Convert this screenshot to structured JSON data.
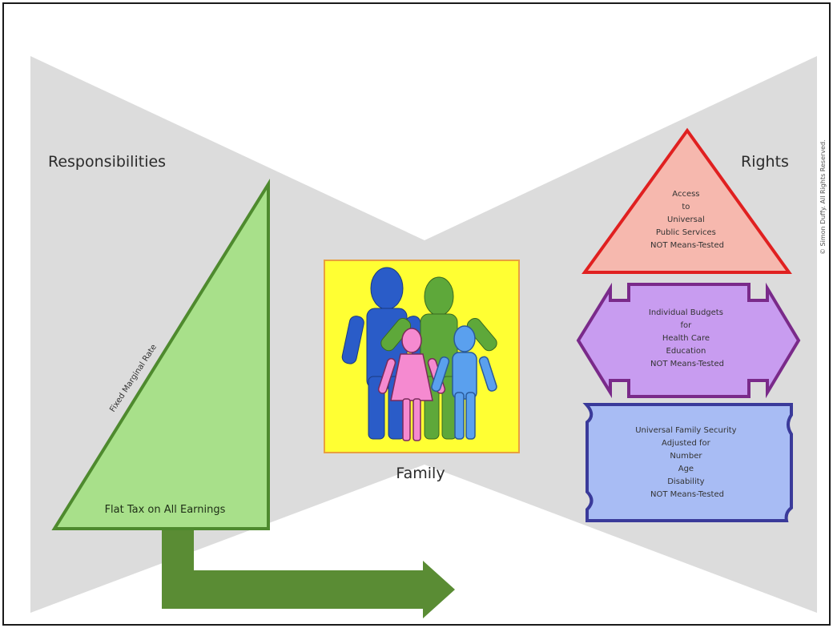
{
  "titles": {
    "left": "Responsibilities",
    "right": "Rights"
  },
  "tax": {
    "diagonal_label": "Fixed Marginal Rate",
    "base_label": "Flat Tax on All Earnings"
  },
  "family": {
    "label": "Family"
  },
  "rights": {
    "triangle_lines": [
      "Access",
      "to",
      "Universal",
      "Public Services",
      "NOT Means-Tested"
    ],
    "arrow_lines": [
      "Individual Budgets",
      "for",
      "Health Care",
      "Education",
      "NOT Means-Tested"
    ],
    "scroll_lines": [
      "Universal Family Security",
      "Adjusted for",
      "Number",
      "Age",
      "Disability",
      "NOT Means-Tested"
    ]
  },
  "copyright": "© Simon Duffy. All Rights Reserved.",
  "colors": {
    "background_shape": "#dcdcdc",
    "tax_fill": "#a8e08a",
    "tax_stroke": "#4e8a2e",
    "arrow_green": "#5a8c34",
    "family_panel": "#ffff33",
    "family_border": "#e8a040",
    "triangle_fill": "#f6b8ae",
    "triangle_stroke": "#e02020",
    "budget_fill": "#c89cf0",
    "budget_stroke": "#7a2a8a",
    "security_fill": "#a8bcf4",
    "security_stroke": "#3a3a9a",
    "adult_blue": "#2a5cc8",
    "adult_green": "#5ea83a",
    "child_pink": "#f58ad0",
    "child_blue": "#5aa0ee"
  }
}
